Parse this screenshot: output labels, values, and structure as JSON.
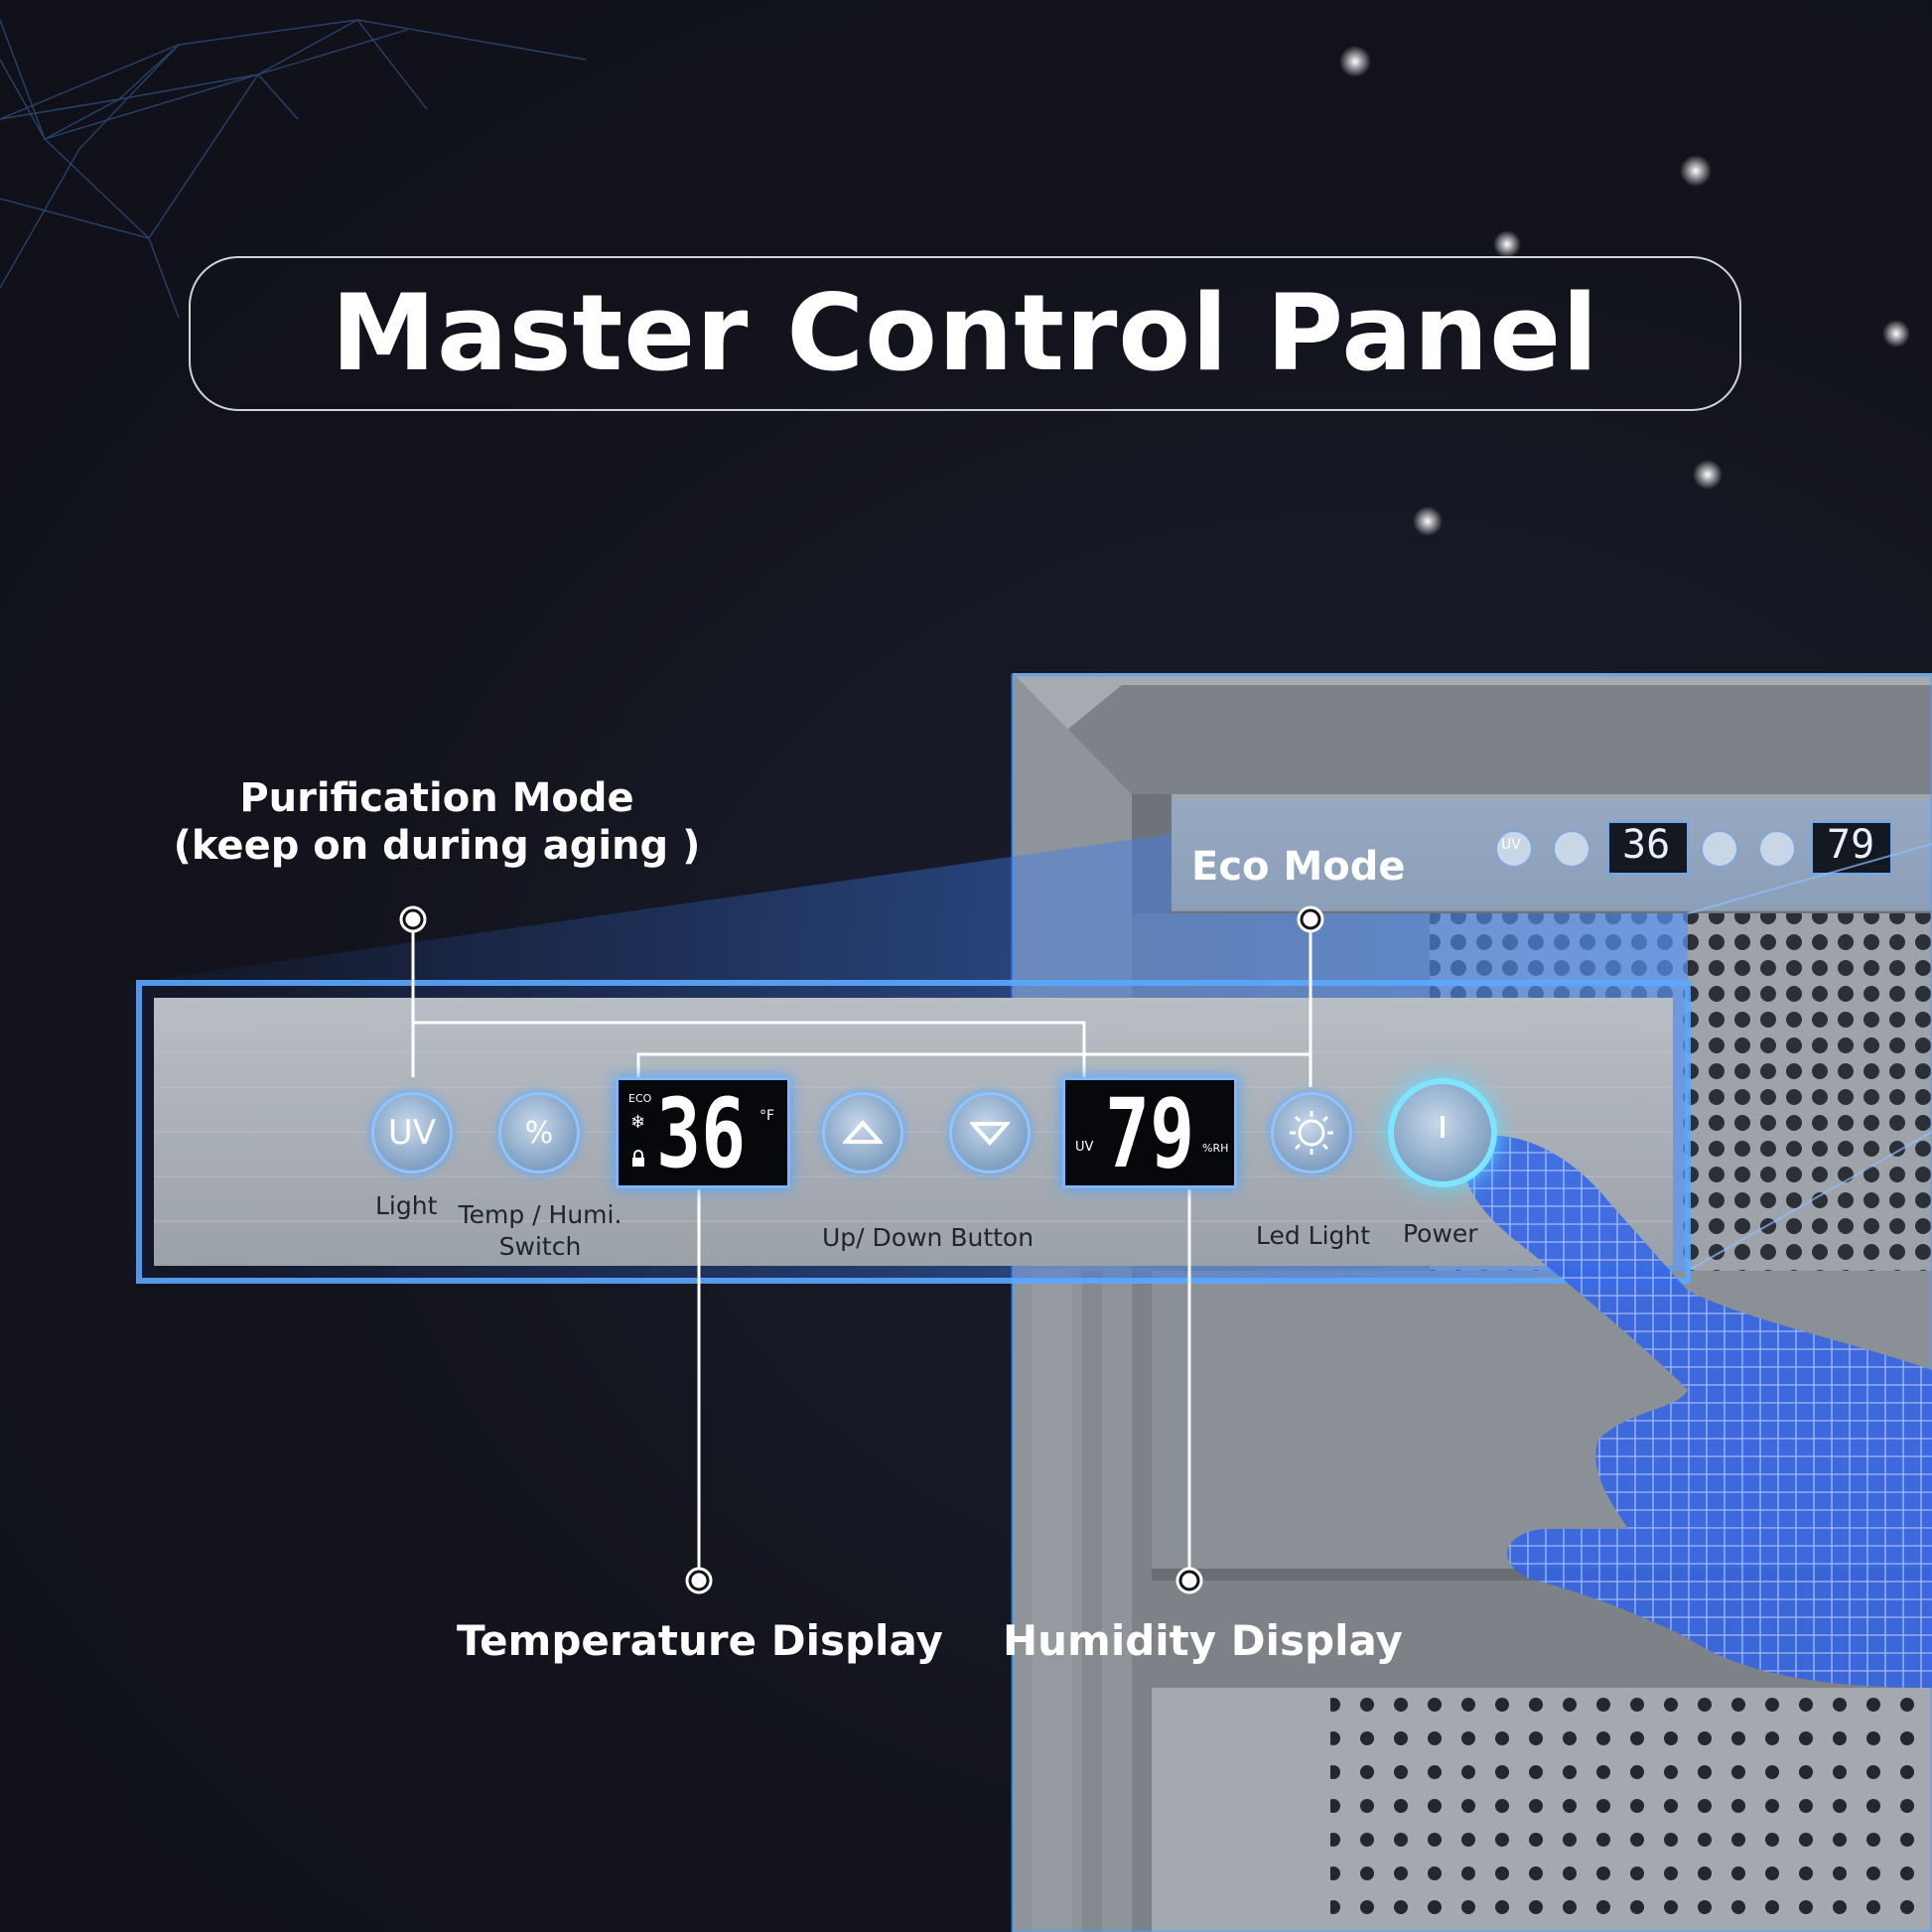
{
  "title": "Master Control Panel",
  "callouts": {
    "purification_line1": "Purification Mode",
    "purification_line2": "(keep on during aging )",
    "eco_mode": "Eco Mode",
    "temperature_display": "Temperature Display",
    "humidity_display": "Humidity Display"
  },
  "panel": {
    "buttons": {
      "uv_icon_text": "UV",
      "temp_humi_icon_text": "%",
      "light_label": "Light",
      "temp_humi_label_line1": "Temp / Humi.",
      "temp_humi_label_line2": "Switch",
      "updown_label": "Up/ Down Button",
      "led_label": "Led Light",
      "power_label": "Power"
    },
    "temperature_lcd": {
      "value": "36",
      "unit": "°F",
      "eco": "ECO"
    },
    "humidity_lcd": {
      "value": "79",
      "unit": "%RH",
      "uv": "UV"
    }
  },
  "background_panel": {
    "uv_icon_text": "UV",
    "temperature_value": "36",
    "humidity_value": "79"
  },
  "colors": {
    "background": "#12131c",
    "glow_blue": "#4aa3ff",
    "panel_steel": "#aeb3ba",
    "hand_blue": "#3a6cf0"
  },
  "icons": [
    "uv-icon",
    "snowflake-percent-icon",
    "up-arrow-icon",
    "down-arrow-icon",
    "sun-icon",
    "power-icon",
    "lock-icon",
    "snowflake-icon"
  ]
}
